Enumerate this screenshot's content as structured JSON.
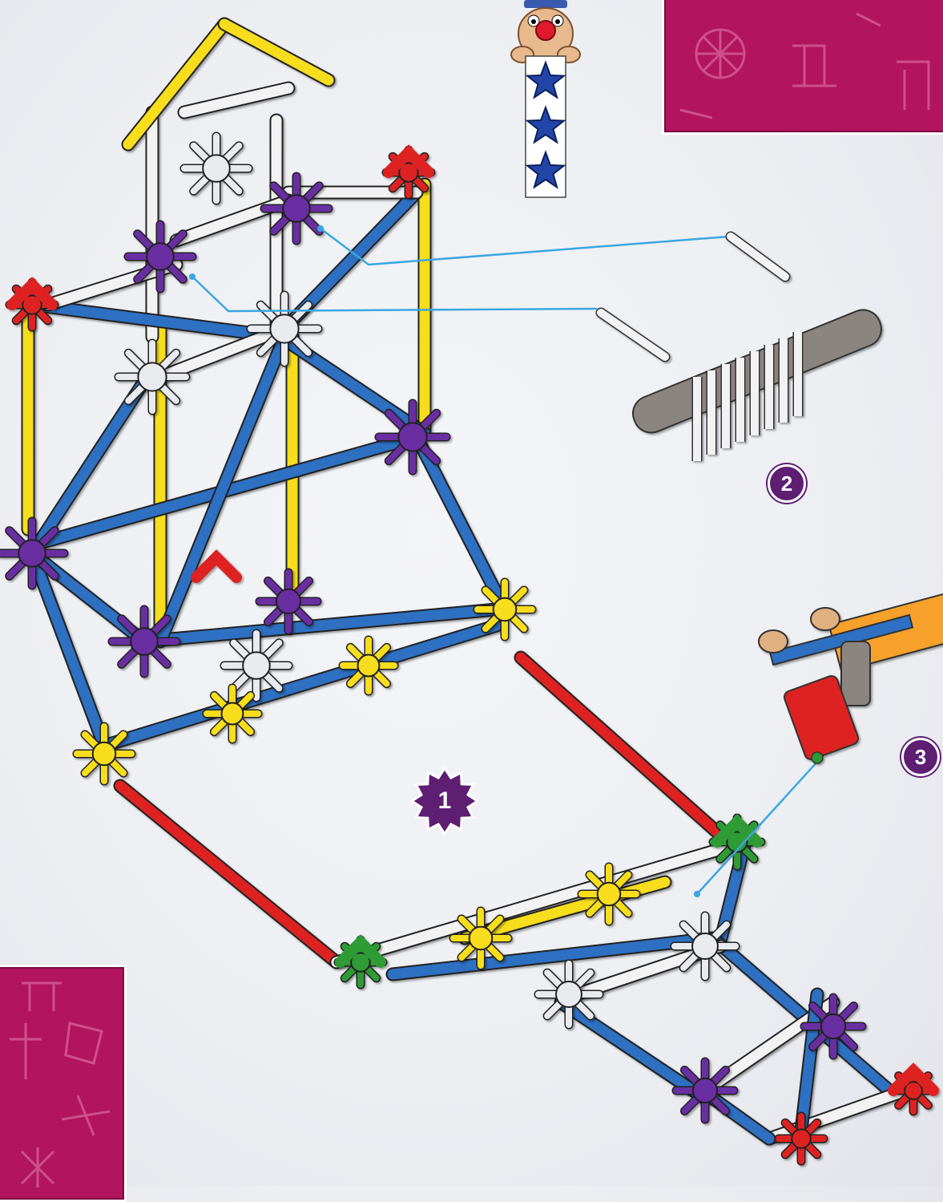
{
  "steps": {
    "step1": "1",
    "step2": "2",
    "step3": "3"
  },
  "difficulty": {
    "stars": 3,
    "icon": "star-icon"
  },
  "colors": {
    "panel": "#b3145f",
    "badge": "#5e1f73",
    "rod_blue": "#2f6fc2",
    "rod_yellow": "#f7dd1e",
    "rod_red": "#de2424",
    "rod_white": "#f2f2f2",
    "connector_purple": "#6b2da3",
    "connector_green": "#2f9b36",
    "connector_gray": "#8a8580",
    "pointer_line": "#3aa6e0"
  }
}
